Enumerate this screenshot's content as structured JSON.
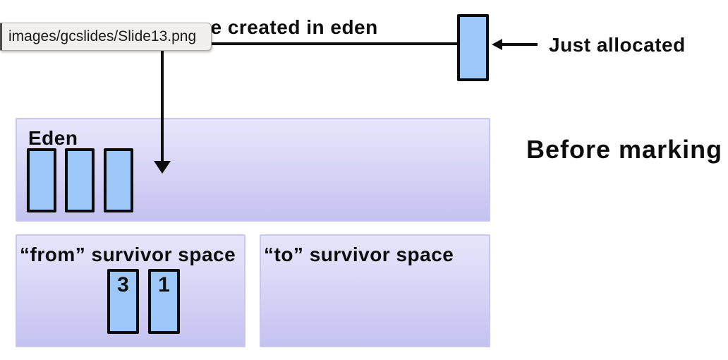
{
  "tooltip": {
    "text": "images/gcslides/Slide13.png"
  },
  "annotations": {
    "top_caption": "are created in eden",
    "just_allocated_label": "Just allocated",
    "stage_label": "Before marking"
  },
  "regions": {
    "eden": {
      "label": "Eden",
      "objects": [
        "",
        "",
        ""
      ]
    },
    "from_survivor": {
      "label": "“from” survivor space",
      "objects": [
        "3",
        "1"
      ]
    },
    "to_survivor": {
      "label": "“to” survivor space",
      "objects": []
    }
  },
  "colors": {
    "region_fill_top": "#e7e5fb",
    "region_fill_bottom": "#c4c2f0",
    "region_border": "#c9c7ef",
    "object_fill": "#9cc7f7",
    "object_border": "#0a0a0a",
    "arrow": "#0d0d0d",
    "tooltip_bg": "#f1f0ee",
    "tooltip_border": "#a9a9a9",
    "text": "#0d0d0d"
  }
}
